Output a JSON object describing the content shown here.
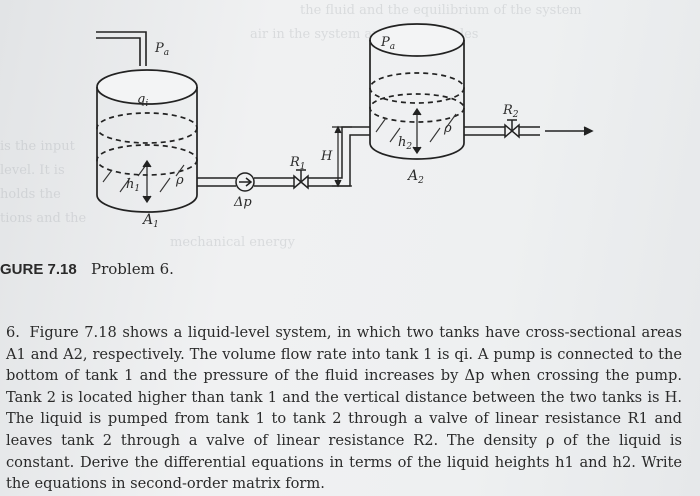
{
  "figure": {
    "labels": {
      "pa_left": "P",
      "pa_right": "P",
      "pa_sub": "a",
      "qi": "q",
      "qi_sub": "i",
      "h1": "h",
      "h1_sub": "1",
      "h2": "h",
      "h2_sub": "2",
      "rho1": "ρ",
      "rho2": "ρ",
      "A1": "A",
      "A1_sub": "1",
      "A2": "A",
      "A2_sub": "2",
      "R1": "R",
      "R1_sub": "1",
      "R2": "R",
      "R2_sub": "2",
      "H": "H",
      "dp": "Δp"
    }
  },
  "caption": {
    "label": "GURE 7.18",
    "text": "Problem 6."
  },
  "problem": {
    "number": "6.",
    "text": "Figure 7.18 shows a liquid-level system, in which two tanks have cross-sectional areas A1 and A2, respectively. The volume flow rate into tank 1 is qi. A pump is connected to the bottom of tank 1 and the pressure of the fluid increases by Δp when crossing the pump. Tank 2 is located higher than tank 1 and the vertical distance between the two tanks is H. The liquid is pumped from tank 1 to tank 2 through a valve of linear resistance R1 and leaves tank 2 through a valve of linear resistance R2. The density ρ of the liquid is constant. Derive the differential equations in terms of the liquid heights h1 and h2. Write the equations in second-order matrix form."
  }
}
